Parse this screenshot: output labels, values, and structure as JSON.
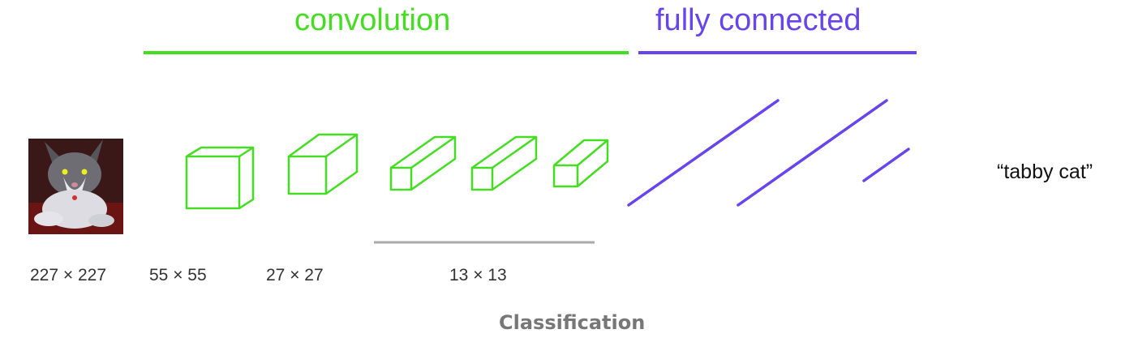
{
  "headers": {
    "convolution": "convolution",
    "fully_connected": "fully connected"
  },
  "dimensions": [
    "227 × 227",
    "55 × 55",
    "27 × 27",
    "13 × 13"
  ],
  "output_label": "“tabby cat”",
  "caption": "Classification",
  "colors": {
    "convolution": "#44dd22",
    "fully_connected": "#6644ee",
    "bracket": "#aaaaaa",
    "caption": "#777777"
  },
  "icons": {
    "input_image": "cat-photo"
  }
}
